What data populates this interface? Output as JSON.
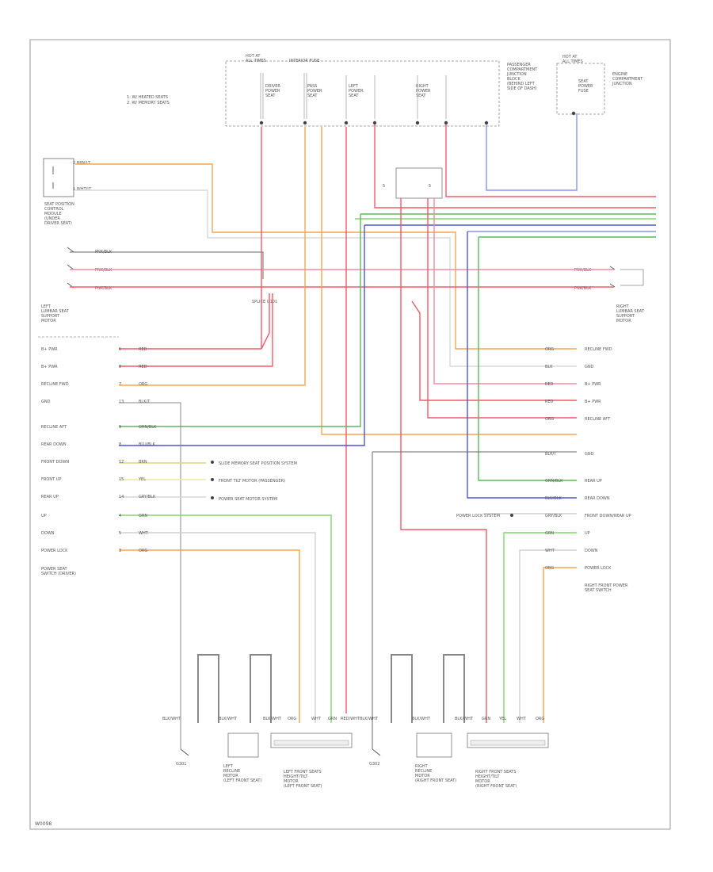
{
  "footer_code": "W0098",
  "top_modules": {
    "fuse_left_header": [
      "HOT AT",
      "ALL TIMES"
    ],
    "fuse_left_sub": "INTERIOR FUSE",
    "fuse_right_header": [
      "HOT AT",
      "ALL TIMES"
    ],
    "junction_block_label": [
      "PASSENGER",
      "COMPARTMENT",
      "JUNCTION",
      "BLOCK",
      "(BEHIND LEFT",
      "SIDE OF DASH)"
    ],
    "junction_block_fuses": [
      [
        "DRIVER",
        "POWER",
        "SEAT"
      ],
      [
        "PASS",
        "POWER",
        "SEAT"
      ],
      [
        "LEFT",
        "POWER",
        "SEAT"
      ],
      [
        "RIGHT",
        "POWER",
        "SEAT"
      ]
    ],
    "right_fuse_label": [
      "SEAT",
      "POWER",
      "FUSE"
    ],
    "engine_compartment_label": [
      "ENGINE",
      "COMPARTMENT",
      "JUNCTION"
    ],
    "note_lines": [
      "1: W/ HEATED SEATS",
      "2: W/ MEMORY SEATS"
    ]
  },
  "left_switch": {
    "label": [
      "SEAT POSITION",
      "CONTROL",
      "MODULE",
      "(UNDER",
      "DRIVER SEAT)"
    ],
    "pin_labels": [
      "2 BRN/LT",
      "1 WHT/LT"
    ]
  },
  "left_lumbar": {
    "label": [
      "LEFT",
      "LUMBAR SEAT",
      "SUPPORT",
      "MOTOR"
    ],
    "wires": [
      "PNK/BLK",
      "PNK/BLK",
      "PNK/BLK"
    ],
    "ground": "SPLICE G101"
  },
  "right_lumbar": {
    "label": [
      "RIGHT",
      "LUMBAR SEAT",
      "SUPPORT",
      "MOTOR"
    ],
    "wires": [
      "PNK/BLK",
      "PNK/BLK"
    ]
  },
  "left_connector": {
    "rows": [
      {
        "name": "B+ PWR",
        "pin": "6",
        "wire": "RED"
      },
      {
        "name": "B+ PWR",
        "pin": "8",
        "wire": "RED"
      },
      {
        "name": "RECLINE FWD",
        "pin": "7",
        "wire": "ORG"
      },
      {
        "name": "GND",
        "pin": "13",
        "wire": "BLK/T"
      },
      {
        "name": "RECLINE AFT",
        "pin": "9",
        "wire": "GRN/BLK"
      },
      {
        "name": "REAR DOWN",
        "pin": "8",
        "wire": "BLU/BLK"
      },
      {
        "name": "FRONT DOWN",
        "pin": "12",
        "wire": "BRN"
      },
      {
        "name": "FRONT UP",
        "pin": "15",
        "wire": "YEL"
      },
      {
        "name": "REAR UP",
        "pin": "14",
        "wire": "GRY/BLK"
      },
      {
        "name": "UP",
        "pin": "4",
        "wire": "GRN"
      },
      {
        "name": "DOWN",
        "pin": "5",
        "wire": "WHT"
      },
      {
        "name": "POWER LOCK",
        "pin": "3",
        "wire": "ORG"
      }
    ],
    "title": [
      "POWER SEAT",
      "SWITCH (DRIVER)"
    ]
  },
  "right_connector": {
    "rows": [
      {
        "name": "RECLINE FWD",
        "wire": "ORG"
      },
      {
        "name": "GND",
        "wire": "BLK"
      },
      {
        "name": "B+ PWR",
        "wire": "RED"
      },
      {
        "name": "B+ PWR",
        "wire": "RED"
      },
      {
        "name": "RECLINE AFT",
        "wire": "ORG"
      },
      {
        "name": "GND",
        "wire": "BLK/T"
      },
      {
        "name": "REAR UP",
        "wire": "GRN/BLK"
      },
      {
        "name": "REAR DOWN",
        "wire": "BLU/BLK"
      },
      {
        "name": "FRONT DOWN/REAR UP",
        "wire": "GRY/BLK"
      },
      {
        "name": "UP",
        "wire": "GRN"
      },
      {
        "name": "DOWN",
        "wire": "WHT"
      },
      {
        "name": "POWER LOCK",
        "wire": "ORG"
      }
    ],
    "title": [
      "RIGHT FRONT POWER",
      "SEAT SWITCH"
    ]
  },
  "side_notes": [
    "SLIDE MEMORY SEAT POSITION SYSTEM",
    "FRONT TILT MOTOR (PASSENGER)",
    "POWER SEAT MOTOR SYSTEM"
  ],
  "right_note": "POWER LOCK SYSTEM",
  "bottom_left": {
    "ground_label": "G301",
    "motor1_label": [
      "LEFT",
      "RECLINE",
      "MOTOR",
      "(LEFT FRONT SEAT)"
    ],
    "motor2_label": [
      "LEFT FRONT SEATS",
      "HEIGHT/TILT",
      "MOTOR",
      "(LEFT FRONT SEAT)"
    ],
    "pin_labels": [
      "BLK/WHT",
      "BLK/WHT",
      "BLK/WHT",
      "ORG",
      "WHT",
      "GRN",
      "RED/WHT"
    ]
  },
  "bottom_right": {
    "ground_label": "G302",
    "motor1_label": [
      "RIGHT",
      "RECLINE",
      "MOTOR",
      "(RIGHT FRONT SEAT)"
    ],
    "motor2_label": [
      "RIGHT FRONT SEATS",
      "HEIGHT/TILT",
      "MOTOR",
      "(RIGHT FRONT SEAT)"
    ],
    "pin_labels": [
      "BLK/WHT",
      "BLK/WHT",
      "BLK/WHT",
      "GRN",
      "YEL",
      "WHT",
      "ORG"
    ]
  },
  "colors": {
    "red": "#f25a6a",
    "pink": "#f48aa0",
    "orange": "#f5a54e",
    "green": "#5cb85c",
    "lightgreen": "#7ed96a",
    "blue": "#4a57d6",
    "lightblue": "#8a94ee",
    "gray": "#666666",
    "lightgray": "#cfcfcf",
    "yellow": "#e8e07a",
    "black": "#222222"
  }
}
